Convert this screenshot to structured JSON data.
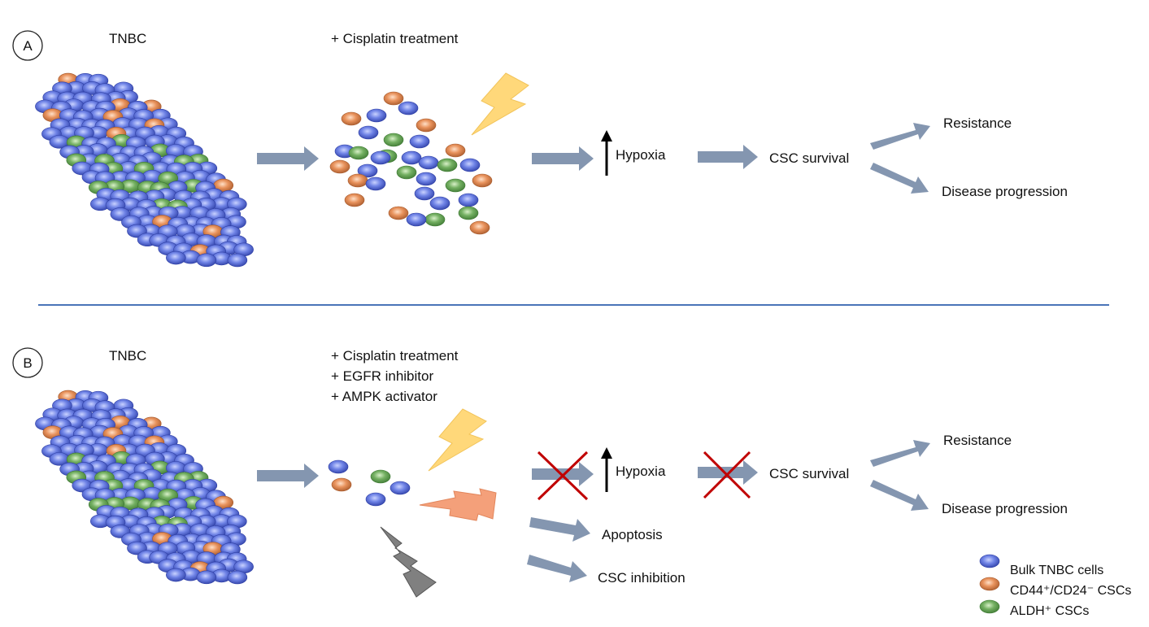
{
  "colors": {
    "bulk": "#5b6fd6",
    "cd44": "#e08a55",
    "aldh": "#6aa85a",
    "arrow": "#8496b0",
    "divider": "#4a74b8",
    "cross": "#c00000",
    "bolt_yellow": "#ffd87a",
    "bolt_orange": "#f4a07a",
    "bolt_gray": "#808080"
  },
  "panel_a": {
    "marker": "A",
    "tumor_label": "TNBC",
    "treatment_label": "+ Cisplatin treatment",
    "hypoxia_label": "Hypoxia",
    "csc_survival_label": "CSC survival",
    "resistance_label": "Resistance",
    "progression_label": "Disease progression"
  },
  "panel_b": {
    "marker": "B",
    "tumor_label": "TNBC",
    "treatments": [
      "+ Cisplatin treatment",
      "+ EGFR inhibitor",
      "+ AMPK activator"
    ],
    "hypoxia_label": "Hypoxia",
    "csc_survival_label": "CSC survival",
    "resistance_label": "Resistance",
    "progression_label": "Disease progression",
    "apoptosis_label": "Apoptosis",
    "csc_inhibition_label": "CSC inhibition"
  },
  "legend": [
    {
      "label": "Bulk TNBC cells",
      "color": "bulk"
    },
    {
      "label": "CD44⁺/CD24⁻ CSCs",
      "color": "cd44"
    },
    {
      "label": "ALDH⁺ CSCs",
      "color": "aldh"
    }
  ]
}
